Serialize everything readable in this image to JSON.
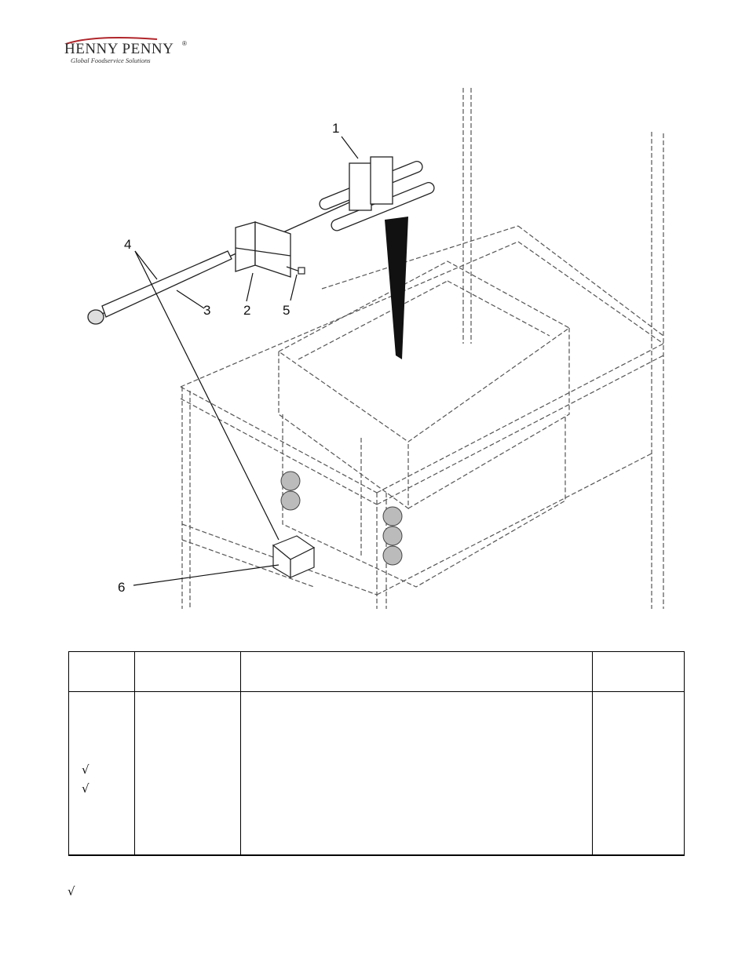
{
  "logo": {
    "brand": "HENNY PENNY",
    "registered": "®",
    "tagline": "Global Foodservice Solutions"
  },
  "figure": {
    "callouts": [
      "1",
      "2",
      "3",
      "4",
      "5",
      "6"
    ]
  },
  "table": {
    "columns": [
      "",
      "",
      "",
      ""
    ],
    "rows": [],
    "row_marks": [
      "√",
      "√"
    ]
  },
  "footnote": {
    "mark": "√"
  }
}
